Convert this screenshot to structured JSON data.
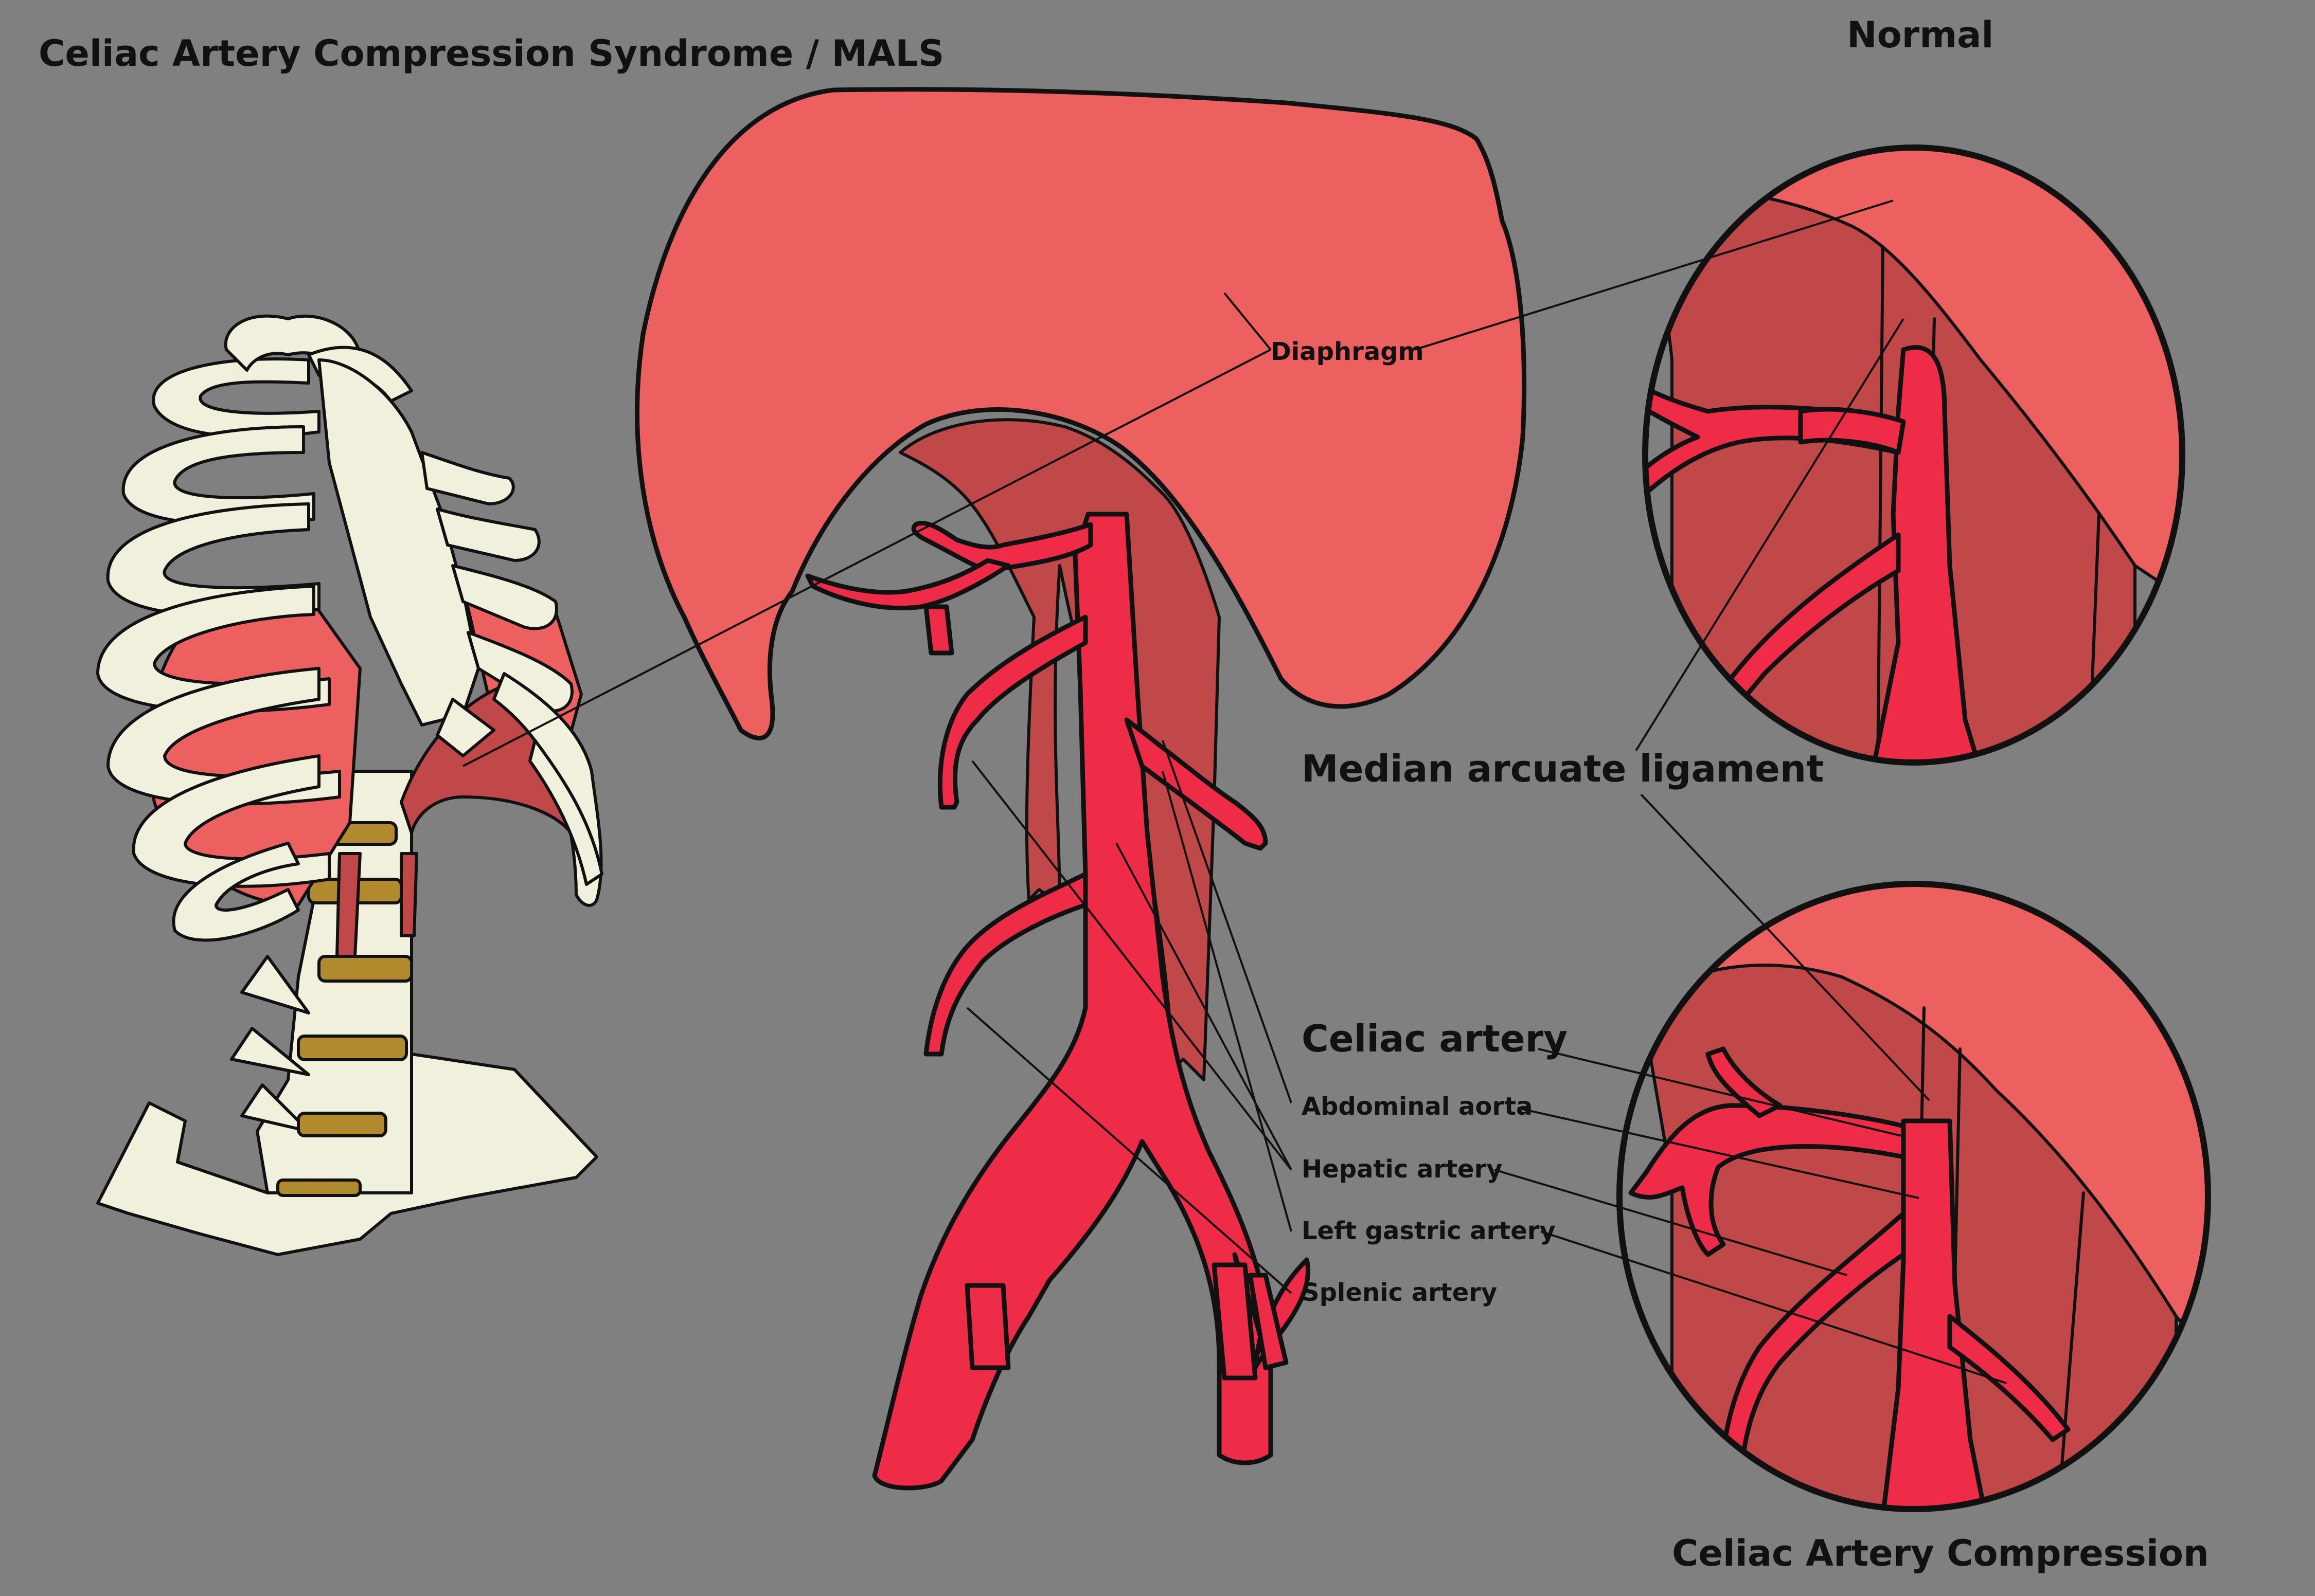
{
  "diagram": {
    "title": "Celiac Artery Compression Syndrome / MALS",
    "inset_normal_title": "Normal",
    "inset_compression_title": "Celiac Artery Compression",
    "labels": {
      "diaphragm": "Diaphragm",
      "median_arcuate_ligament": "Median arcuate ligament",
      "celiac_artery": "Celiac artery",
      "abdominal_aorta": "Abdominal aorta",
      "hepatic_artery": "Hepatic artery",
      "left_gastric_artery": "Left gastric artery",
      "splenic_artery": "Splenic artery"
    }
  },
  "colors": {
    "background": "#808080",
    "diaphragm": "#ec6060",
    "muscle_crura": "#c04848",
    "artery": "#ee2c48",
    "bone": "#f0f0dc",
    "disc": "#b08a2c",
    "outline": "#111111"
  }
}
